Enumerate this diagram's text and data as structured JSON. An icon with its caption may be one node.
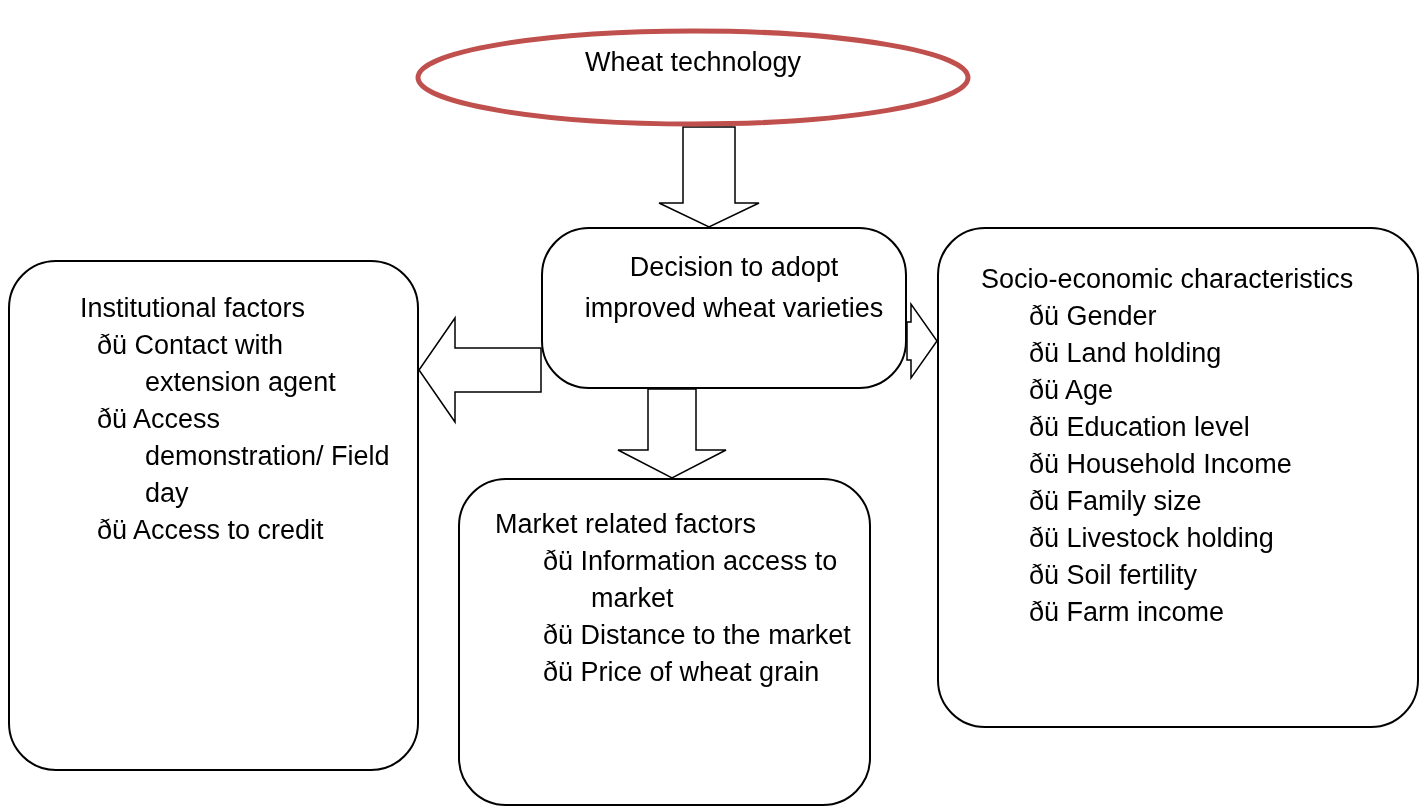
{
  "diagram": {
    "nodes": [
      {
        "text": [
          "Wheat technology"
        ]
      },
      {
        "text": [
          "Decision to adopt improved wheat varieties"
        ]
      },
      {
        "text": [
          "Institutional factors",
          "ðü Contact with extension agent",
          "ðü Access demonstration/ Field day",
          "ðü Access to credit"
        ]
      },
      {
        "text": [
          "Market related factors",
          "ðü Information access to market",
          "ðü Distance to the market",
          "ðü Price of wheat grain"
        ]
      },
      {
        "text": [
          "Socio-economic characteristics",
          "ðü Gender",
          "ðü Land holding",
          "ðü Age",
          "ðü Education level",
          "ðü Household Income",
          "ðü Family size",
          "ðü Livestock holding",
          "ðü Soil fertility",
          "ðü Farm income"
        ]
      }
    ],
    "edges": [
      {
        "from": 0,
        "to": 1,
        "arrow": "to"
      },
      {
        "from": 1,
        "to": 2,
        "arrow": "to"
      },
      {
        "from": 1,
        "to": 3,
        "arrow": "to"
      },
      {
        "from": 1,
        "to": 4,
        "arrow": "to"
      }
    ]
  }
}
